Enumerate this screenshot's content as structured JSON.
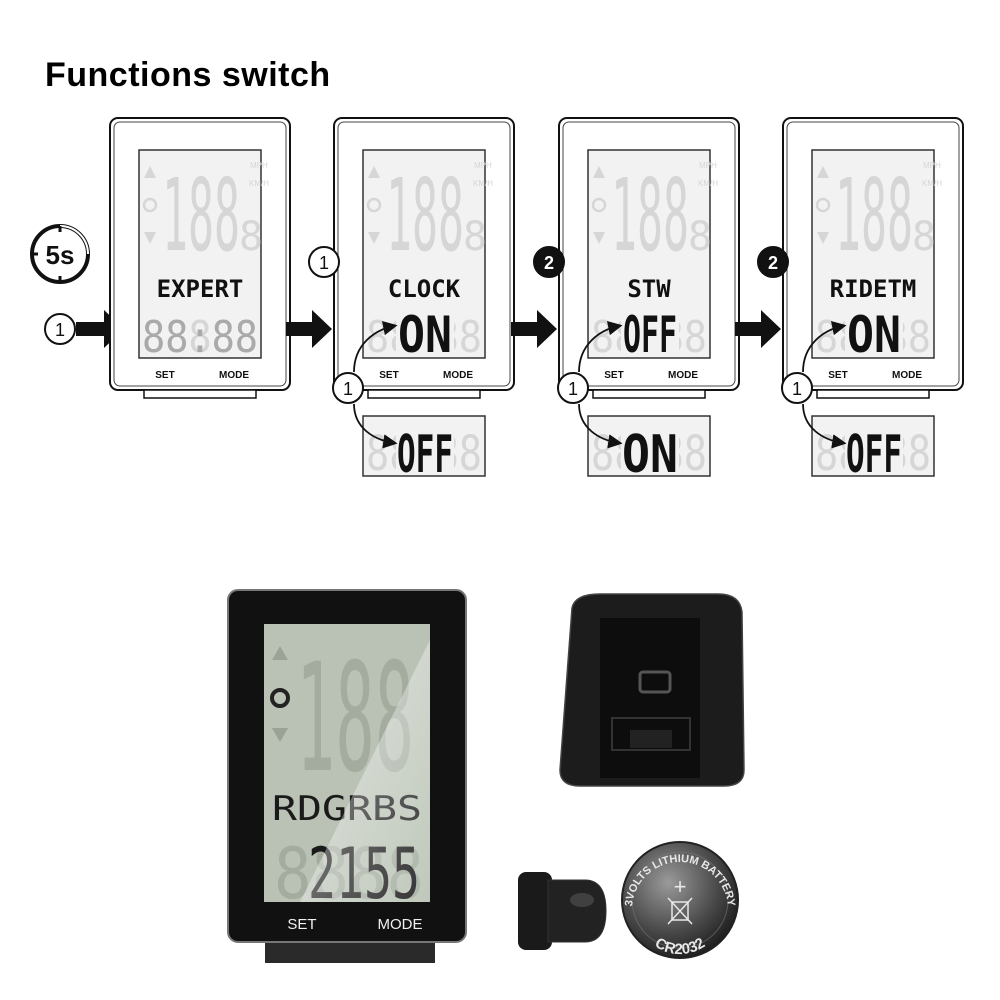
{
  "title": "Functions switch",
  "timer_label": "5s",
  "unit_labels": {
    "speed_top": "MPH",
    "speed_bottom": "KM/H"
  },
  "big_digits": "188",
  "small_digit": "8",
  "buttons": {
    "set": "SET",
    "mode": "MODE"
  },
  "screens": [
    {
      "label": "EXPERT",
      "step_badge": "",
      "value": "",
      "alt_value": ""
    },
    {
      "label": "CLOCK",
      "step_badge": "1",
      "value": "ON",
      "alt_value": "OFF"
    },
    {
      "label": "STW",
      "step_badge": "2",
      "value": "OFF",
      "alt_value": "ON"
    },
    {
      "label": "RIDETM",
      "step_badge": "2",
      "value": "ON",
      "alt_value": "OFF"
    }
  ],
  "step_numbers": {
    "press_entry": "1",
    "toggle": "1"
  },
  "photo_device": {
    "main_label": "RDGRBS",
    "main_value": "2155",
    "set_label": "SET",
    "mode_label": "MODE"
  },
  "battery": {
    "top_text": "3VOLTS LITHIUM BATTERY",
    "bottom_text": "CR2032",
    "plus": "+"
  },
  "colors": {
    "lcd_bg": "#f2f2f2",
    "lcd_ghost": "#d6d6d6",
    "ink": "#111111",
    "photo_lcd": "#b9c2b4"
  }
}
